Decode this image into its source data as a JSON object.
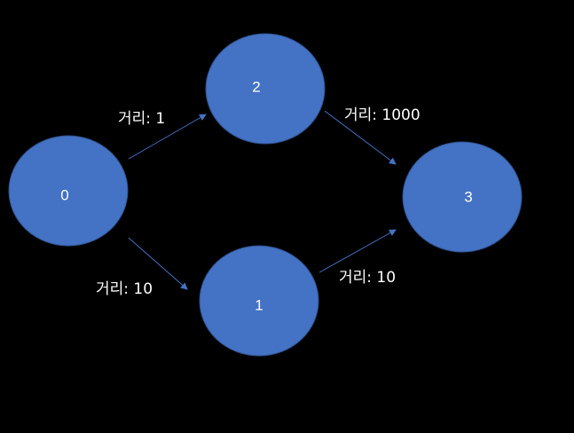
{
  "colors": {
    "background": "#000000",
    "node_fill": "#4472c4",
    "edge": "#4472c4",
    "text": "#ffffff"
  },
  "nodes": [
    {
      "id": "0",
      "label": "0"
    },
    {
      "id": "1",
      "label": "1"
    },
    {
      "id": "2",
      "label": "2"
    },
    {
      "id": "3",
      "label": "3"
    }
  ],
  "edges": [
    {
      "from": "0",
      "to": "2",
      "label": "거리: 1"
    },
    {
      "from": "0",
      "to": "1",
      "label": "거리: 10"
    },
    {
      "from": "2",
      "to": "3",
      "label": "거리: 1000"
    },
    {
      "from": "1",
      "to": "3",
      "label": "거리: 10"
    }
  ]
}
